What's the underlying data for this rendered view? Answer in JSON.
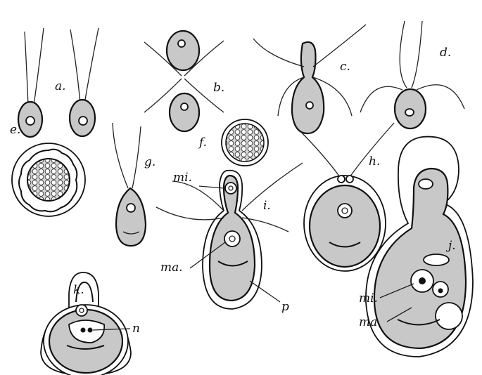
{
  "figure": {
    "labels": {
      "a": "a.",
      "b": "b.",
      "c": "c.",
      "d": "d.",
      "e": "e.",
      "f": "f.",
      "g": "g.",
      "h": "h.",
      "i": "i.",
      "j": "j.",
      "k": "k.",
      "mi_i": "mi.",
      "ma_i": "ma.",
      "p_i": "p",
      "mi_j": "mi.",
      "ma_j": "ma.",
      "n_k": "n"
    },
    "colors": {
      "ink": "#111111",
      "stipple": "#bdbdbd",
      "paper": "#ffffff"
    }
  }
}
